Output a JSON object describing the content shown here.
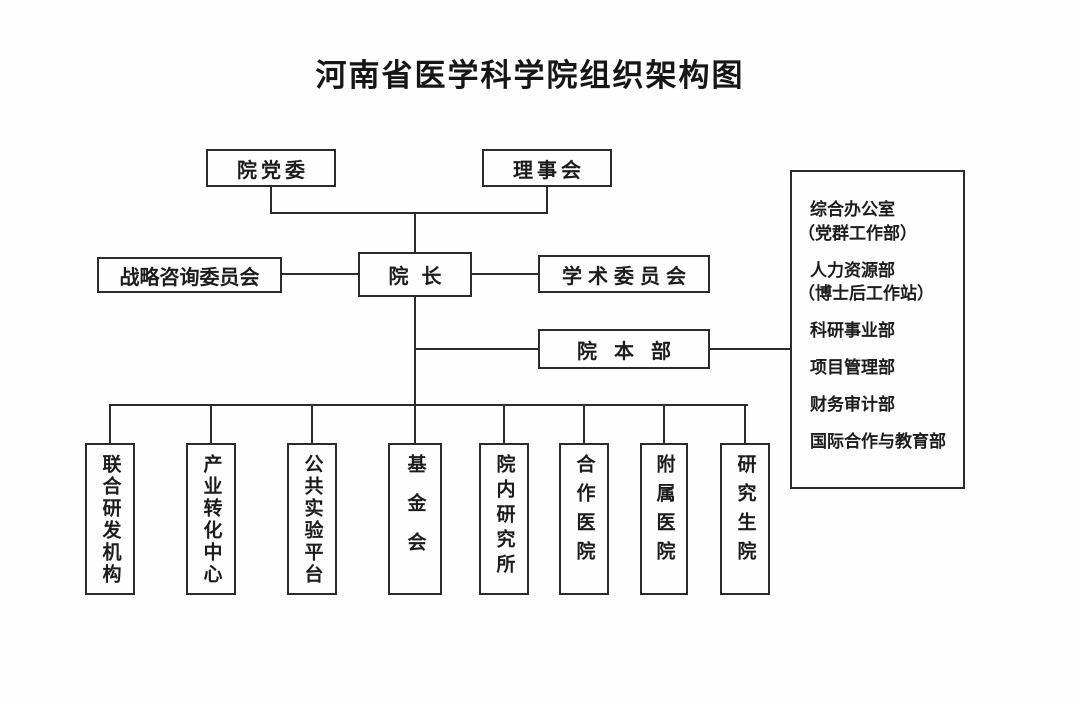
{
  "title": "河南省医学科学院组织架构图",
  "chart": {
    "top_row": [
      {
        "label": "院党委"
      },
      {
        "label": "理事会"
      }
    ],
    "middle_row": {
      "left": "战略咨询委员会",
      "center": "院 长",
      "right": "学术委员会"
    },
    "headquarters": "院 本 部",
    "departments": [
      {
        "name": "综合办公室",
        "sub": "（党群工作部）"
      },
      {
        "name": "人力资源部",
        "sub": "（博士后工作站）"
      },
      {
        "name": "科研事业部"
      },
      {
        "name": "项目管理部"
      },
      {
        "name": "财务审计部"
      },
      {
        "name": "国际合作与教育部"
      }
    ],
    "subsidiaries": [
      "联合研发机构",
      "产业转化中心",
      "公共实验平台",
      "基金会",
      "院内研究所",
      "合作医院",
      "附属医院",
      "研究生院"
    ]
  },
  "colors": {
    "background": "#fefefe",
    "line": "#2b2b2b",
    "text": "#1c1c1c"
  }
}
